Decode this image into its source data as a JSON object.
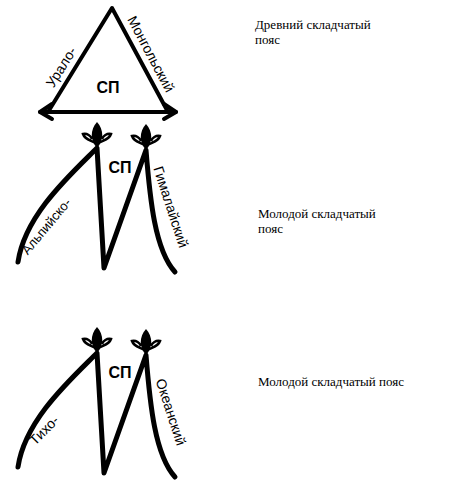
{
  "diagram": {
    "labels": [
      "Урало-",
      "Монгольский",
      "СП",
      "Древний складчатый пояс",
      "Альпийско-",
      "Гималайский",
      "СП",
      "Молодой складчатый пояс",
      "Тихо-",
      "Океанский",
      "СП",
      "Молодой складчатый пояс"
    ]
  }
}
